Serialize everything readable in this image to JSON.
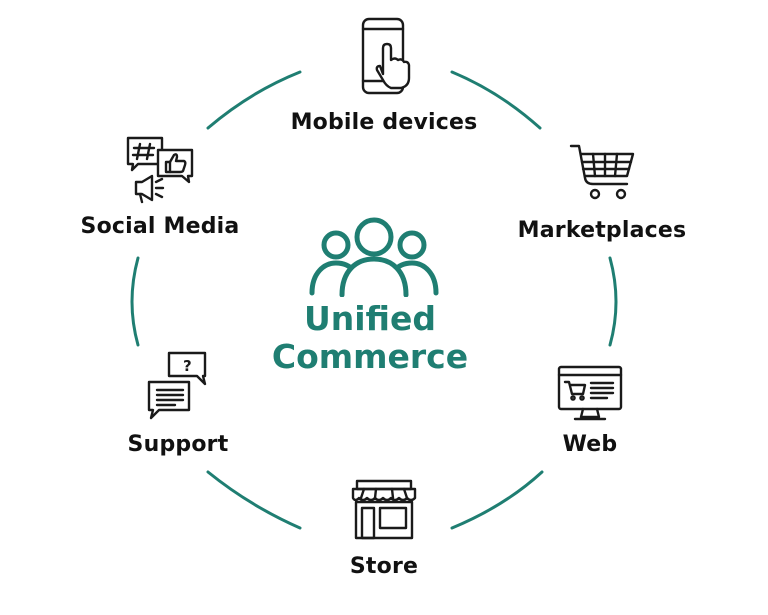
{
  "center": {
    "line1": "Unified",
    "line2": "Commerce",
    "icon": "users-group-icon"
  },
  "channels": {
    "mobile": {
      "label": "Mobile devices",
      "icon": "mobile-touch-icon"
    },
    "marketplaces": {
      "label": "Marketplaces",
      "icon": "shopping-cart-icon"
    },
    "web": {
      "label": "Web",
      "icon": "web-shop-monitor-icon"
    },
    "store": {
      "label": "Store",
      "icon": "storefront-icon"
    },
    "support": {
      "label": "Support",
      "icon": "chat-support-icon"
    },
    "social": {
      "label": "Social Media",
      "icon": "social-media-icon"
    }
  },
  "colors": {
    "accent": "#1f7e72",
    "text": "#111111",
    "icon_stroke": "#1a1a1a"
  }
}
